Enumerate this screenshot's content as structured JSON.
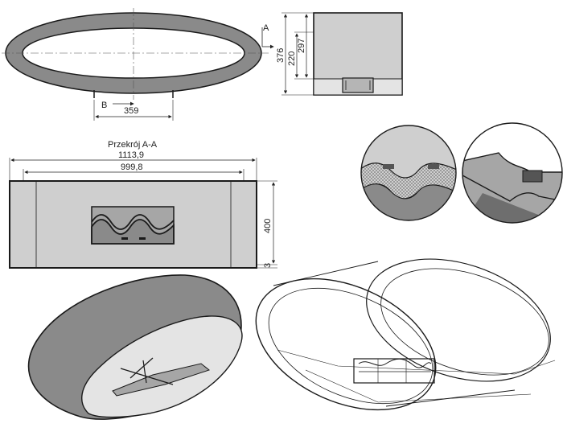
{
  "top_view": {
    "label_a": "A",
    "label_b": "B",
    "dim_359": "359"
  },
  "side_view": {
    "dim_376": "376",
    "dim_220": "220",
    "dim_297": "297"
  },
  "section": {
    "title": "Przekrój A-A",
    "dim_1113_9": "1113,9",
    "dim_999_8": "999,8",
    "dim_400": "400",
    "dim_3": "3"
  },
  "colors": {
    "frame": "#8a8a8a",
    "panel": "#cfcfcf",
    "insert": "#a6a6a6",
    "line": "#1a1a1a"
  }
}
